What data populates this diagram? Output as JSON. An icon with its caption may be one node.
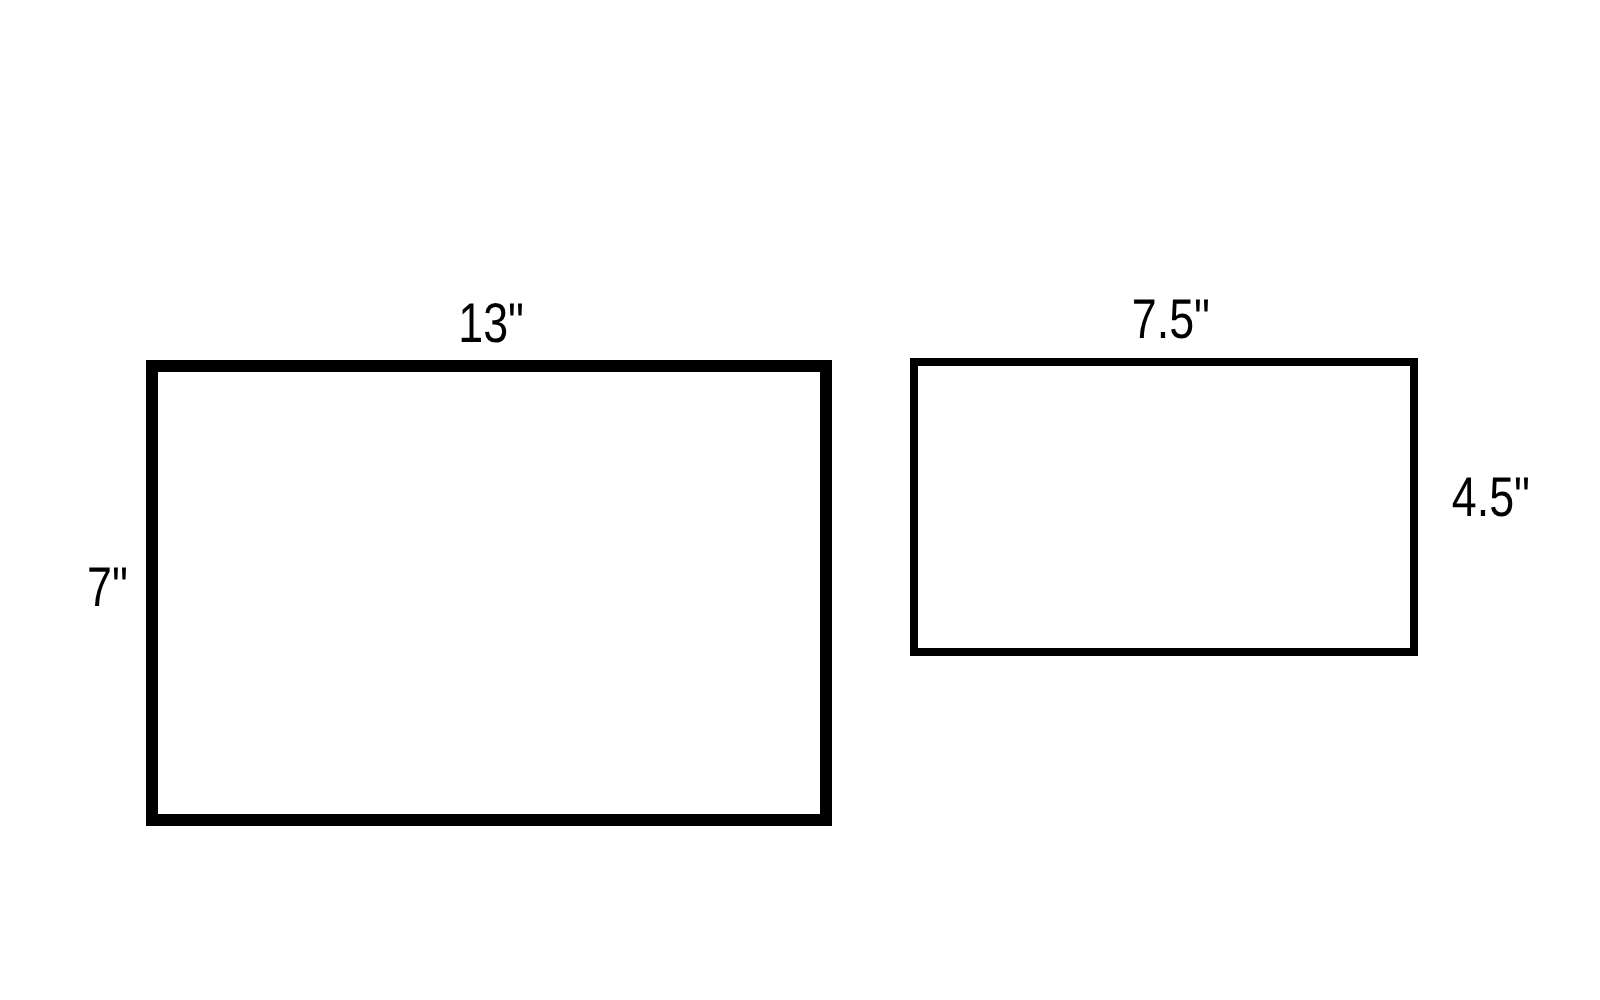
{
  "diagram": {
    "nodes": [
      {
        "text": [],
        "shape": "box"
      },
      {
        "text": [],
        "shape": "box"
      }
    ],
    "labels": [
      "13\"",
      "7.5\"",
      "4.5\"",
      "7\""
    ]
  }
}
